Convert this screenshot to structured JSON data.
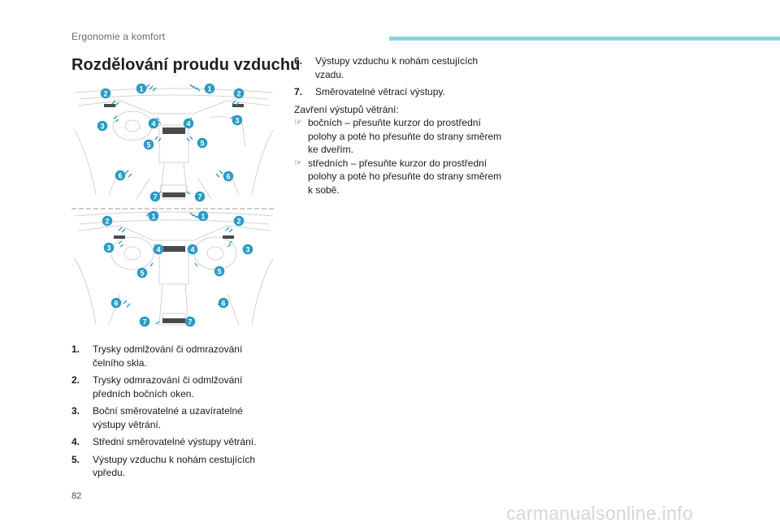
{
  "header": {
    "title": "Ergonomie a komfort",
    "accent_color": "#8ed3e4"
  },
  "section": {
    "title": "Rozdělování proudu vzduchu"
  },
  "figure": {
    "callouts_top": [
      "1",
      "1",
      "2",
      "2",
      "3",
      "3",
      "4",
      "4",
      "5",
      "5",
      "6",
      "6",
      "7",
      "7"
    ],
    "callouts_bottom": [
      "1",
      "1",
      "2",
      "2",
      "3",
      "3",
      "4",
      "4",
      "5",
      "5",
      "6",
      "6",
      "7",
      "7"
    ],
    "callout_color": "#2a9bc4"
  },
  "vents_list": [
    {
      "num": "1.",
      "text": "Trysky odmlžování či odmrazování čelního skla."
    },
    {
      "num": "2.",
      "text": "Trysky odmrazování či odmlžování předních bočních oken."
    },
    {
      "num": "3.",
      "text": "Boční směrovatelné a uzavíratelné výstupy větrání."
    },
    {
      "num": "4.",
      "text": "Střední směrovatelné výstupy větrání."
    },
    {
      "num": "5.",
      "text": "Výstupy vzduchu k nohám cestujících vpředu."
    }
  ],
  "vents_list_right": [
    {
      "num": "6.",
      "text": "Výstupy vzduchu k nohám cestujících vzadu."
    },
    {
      "num": "7.",
      "text": "Směrovatelné větrací výstupy."
    }
  ],
  "closing": {
    "title": "Zavření výstupů větrání:",
    "bullet_icon": "pointing-hand-icon",
    "items": [
      "bočních – přesuňte kurzor do prostřední polohy a poté ho přesuňte do strany směrem ke dveřím.",
      "středních – přesuňte kurzor do prostřední polohy a poté ho přesuňte do strany směrem k sobě."
    ]
  },
  "page_number": "82",
  "watermark": "carmanualsonline.info"
}
